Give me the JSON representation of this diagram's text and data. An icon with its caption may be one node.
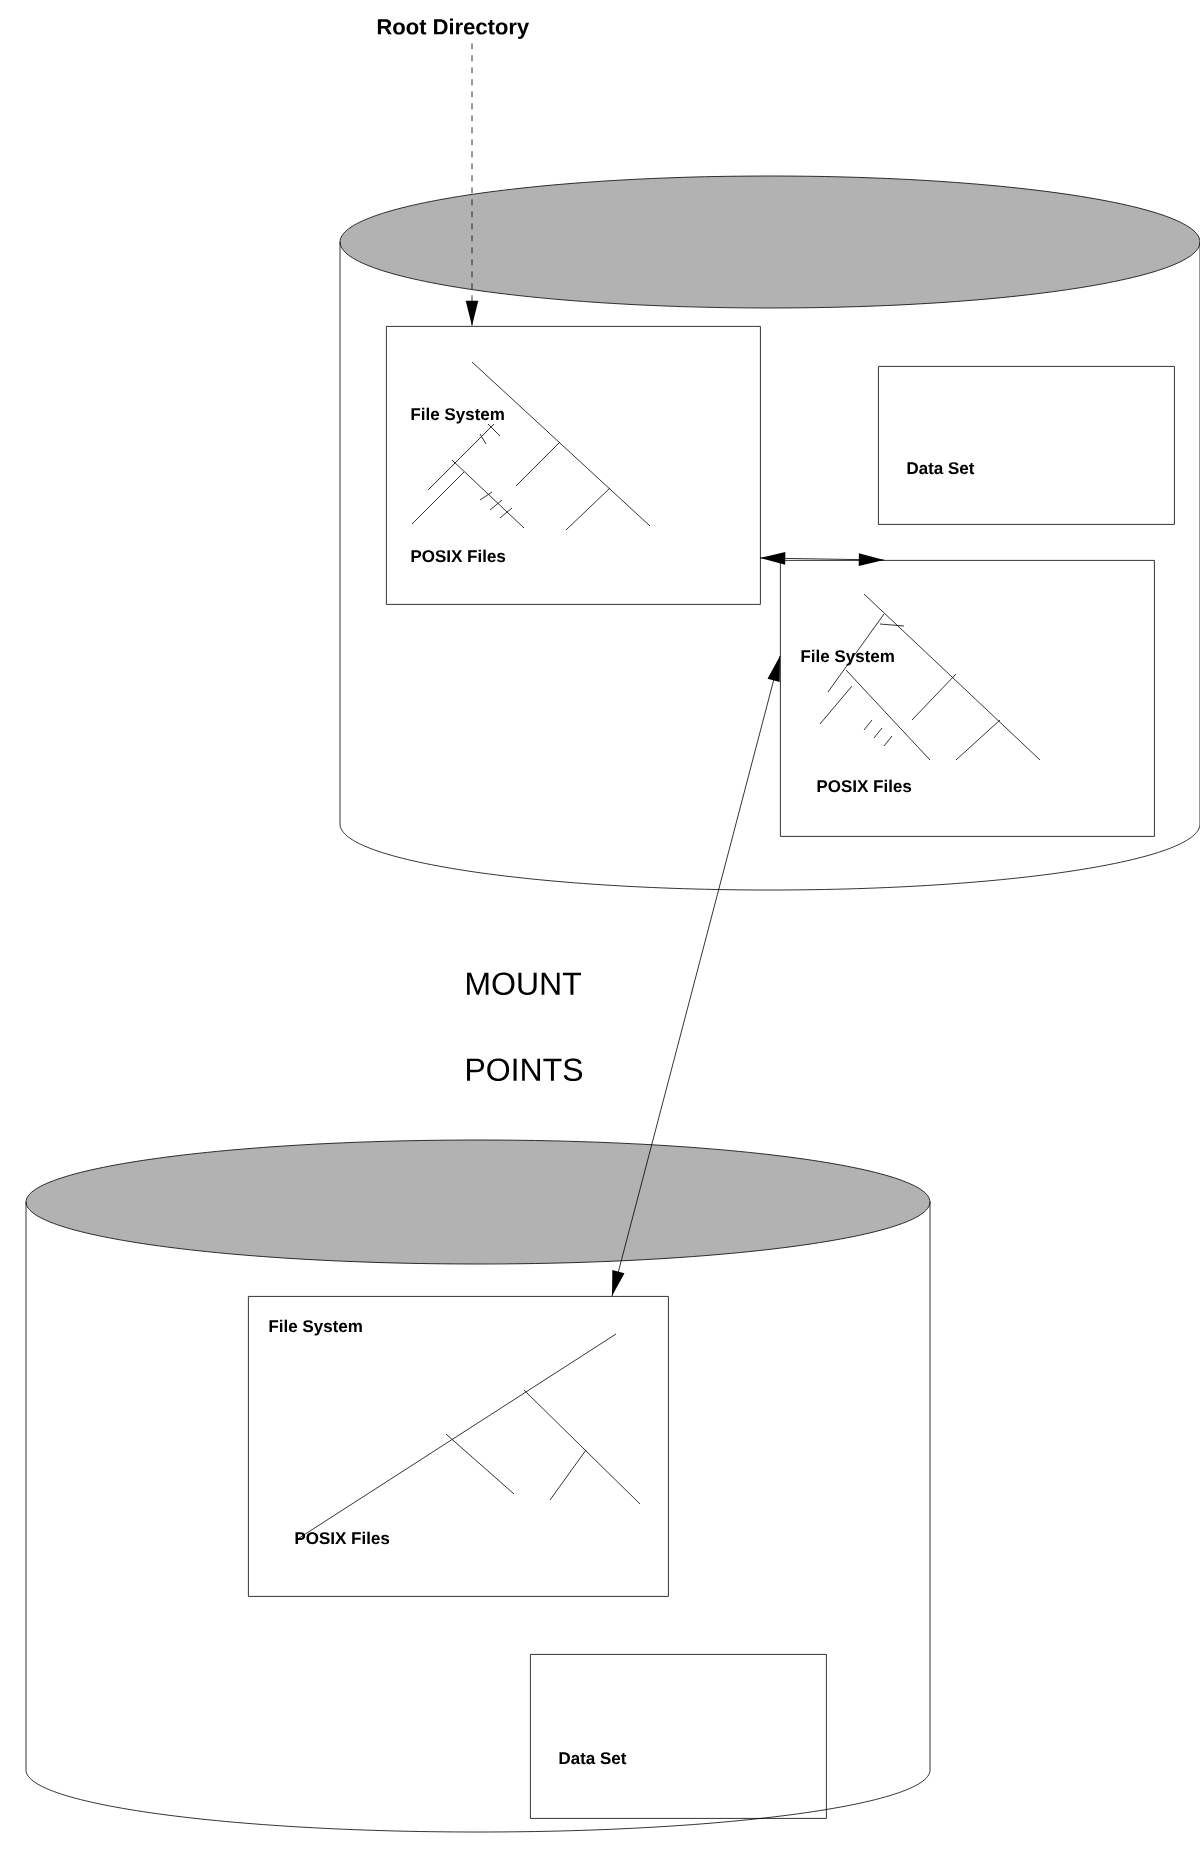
{
  "diagram": {
    "nodes": [
      {
        "text": [
          "Root Directory"
        ]
      },
      {
        "text": [],
        "shape": "cylinder"
      },
      {
        "text": [
          "File System",
          "POSIX Files"
        ],
        "in": 1
      },
      {
        "text": [
          "Data Set"
        ],
        "in": 1
      },
      {
        "text": [
          "File System",
          "POSIX Files"
        ],
        "in": 1
      },
      {
        "text": [],
        "shape": "cylinder"
      },
      {
        "text": [
          "File System",
          "POSIX Files"
        ],
        "in": 5
      },
      {
        "text": [
          "Data Set"
        ],
        "in": 5
      }
    ],
    "edges": [
      {
        "from": 0,
        "to": 2,
        "arrow": "to",
        "style": "dashed"
      },
      {
        "from": 2,
        "to": 4,
        "arrow": "both"
      },
      {
        "from": 4,
        "to": 6,
        "arrow": "both"
      }
    ],
    "labels": [
      "MOUNT POINTS"
    ]
  }
}
